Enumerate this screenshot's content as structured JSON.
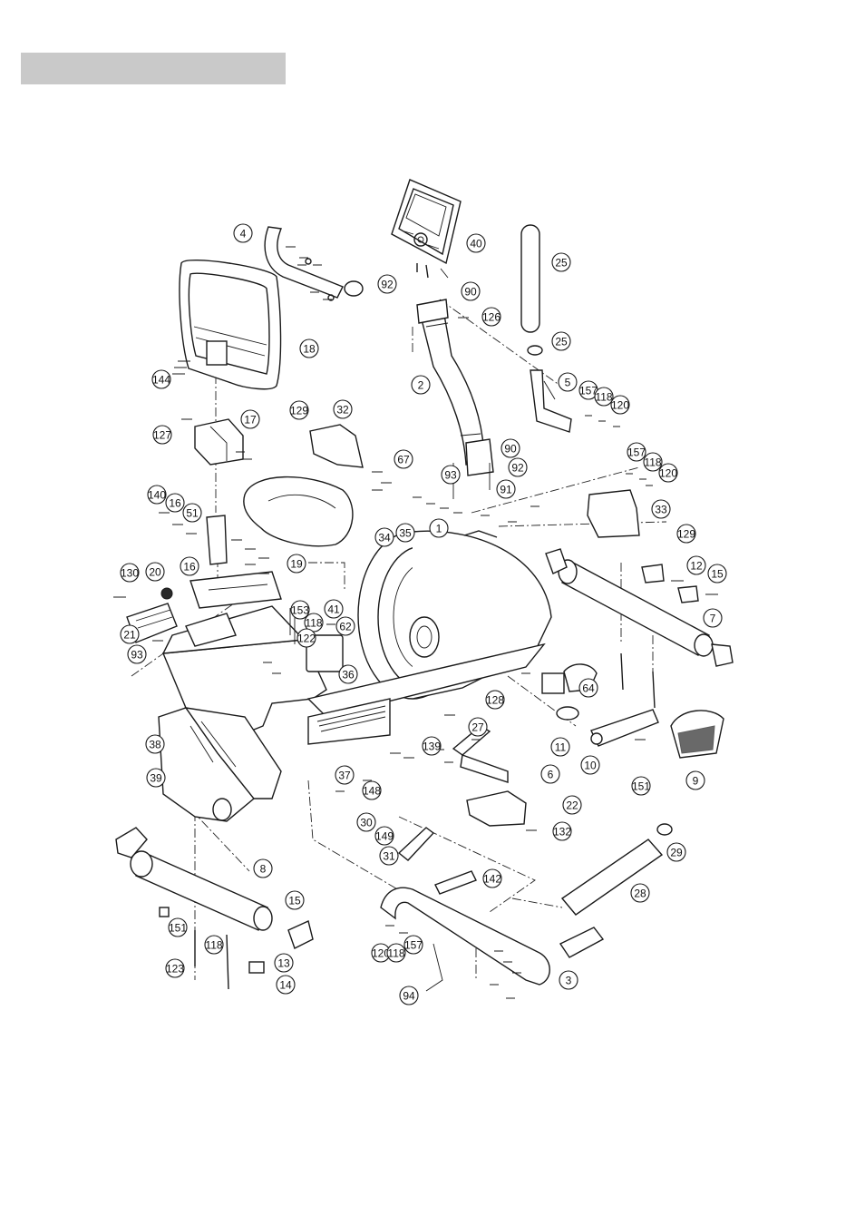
{
  "header": {
    "bar_color": "#c9c9c9"
  },
  "callouts": [
    {
      "id": "c4",
      "label": "4"
    },
    {
      "id": "c40",
      "label": "40"
    },
    {
      "id": "c25a",
      "label": "25"
    },
    {
      "id": "c92a",
      "label": "92"
    },
    {
      "id": "c90a",
      "label": "90"
    },
    {
      "id": "c126",
      "label": "126"
    },
    {
      "id": "c25b",
      "label": "25"
    },
    {
      "id": "c18",
      "label": "18"
    },
    {
      "id": "c2",
      "label": "2"
    },
    {
      "id": "c5",
      "label": "5"
    },
    {
      "id": "c157a",
      "label": "157"
    },
    {
      "id": "c118a",
      "label": "118"
    },
    {
      "id": "c120a",
      "label": "120"
    },
    {
      "id": "c144",
      "label": "144"
    },
    {
      "id": "c129a",
      "label": "129"
    },
    {
      "id": "c32",
      "label": "32"
    },
    {
      "id": "c127",
      "label": "127"
    },
    {
      "id": "c17",
      "label": "17"
    },
    {
      "id": "c67",
      "label": "67"
    },
    {
      "id": "c90b",
      "label": "90"
    },
    {
      "id": "c92b",
      "label": "92"
    },
    {
      "id": "c157b",
      "label": "157"
    },
    {
      "id": "c118b",
      "label": "118"
    },
    {
      "id": "c120b",
      "label": "120"
    },
    {
      "id": "c93a",
      "label": "93"
    },
    {
      "id": "c91",
      "label": "91"
    },
    {
      "id": "c33",
      "label": "33"
    },
    {
      "id": "c140",
      "label": "140"
    },
    {
      "id": "c16a",
      "label": "16"
    },
    {
      "id": "c51",
      "label": "51"
    },
    {
      "id": "c1",
      "label": "1"
    },
    {
      "id": "c129b",
      "label": "129"
    },
    {
      "id": "c16b",
      "label": "16"
    },
    {
      "id": "c19",
      "label": "19"
    },
    {
      "id": "c34",
      "label": "34"
    },
    {
      "id": "c35",
      "label": "35"
    },
    {
      "id": "c12a",
      "label": "12"
    },
    {
      "id": "c15a",
      "label": "15"
    },
    {
      "id": "c130",
      "label": "130"
    },
    {
      "id": "c20",
      "label": "20"
    },
    {
      "id": "c7",
      "label": "7"
    },
    {
      "id": "c153",
      "label": "153"
    },
    {
      "id": "c41",
      "label": "41"
    },
    {
      "id": "c21",
      "label": "21"
    },
    {
      "id": "c118c",
      "label": "118"
    },
    {
      "id": "c122",
      "label": "122"
    },
    {
      "id": "c62",
      "label": "62"
    },
    {
      "id": "c93b",
      "label": "93"
    },
    {
      "id": "c36",
      "label": "36"
    },
    {
      "id": "c64",
      "label": "64"
    },
    {
      "id": "c128",
      "label": "128"
    },
    {
      "id": "c27",
      "label": "27"
    },
    {
      "id": "c11",
      "label": "11"
    },
    {
      "id": "c38",
      "label": "38"
    },
    {
      "id": "c139",
      "label": "139"
    },
    {
      "id": "c10",
      "label": "10"
    },
    {
      "id": "c9",
      "label": "9"
    },
    {
      "id": "c39",
      "label": "39"
    },
    {
      "id": "c37",
      "label": "37"
    },
    {
      "id": "c6",
      "label": "6"
    },
    {
      "id": "c148",
      "label": "148"
    },
    {
      "id": "c151",
      "label": "151"
    },
    {
      "id": "c22",
      "label": "22"
    },
    {
      "id": "c30",
      "label": "30"
    },
    {
      "id": "c132",
      "label": "132"
    },
    {
      "id": "c149",
      "label": "149"
    },
    {
      "id": "c29",
      "label": "29"
    },
    {
      "id": "c31",
      "label": "31"
    },
    {
      "id": "c8",
      "label": "8"
    },
    {
      "id": "c142",
      "label": "142"
    },
    {
      "id": "c28",
      "label": "28"
    },
    {
      "id": "c15b",
      "label": "15"
    },
    {
      "id": "c151b",
      "label": "151"
    },
    {
      "id": "c118d",
      "label": "118"
    },
    {
      "id": "c123",
      "label": "123"
    },
    {
      "id": "c13",
      "label": "13"
    },
    {
      "id": "c120c",
      "label": "120"
    },
    {
      "id": "c118e",
      "label": "118"
    },
    {
      "id": "c157c",
      "label": "157"
    },
    {
      "id": "c3",
      "label": "3"
    },
    {
      "id": "c14",
      "label": "14"
    },
    {
      "id": "c94",
      "label": "94"
    }
  ]
}
